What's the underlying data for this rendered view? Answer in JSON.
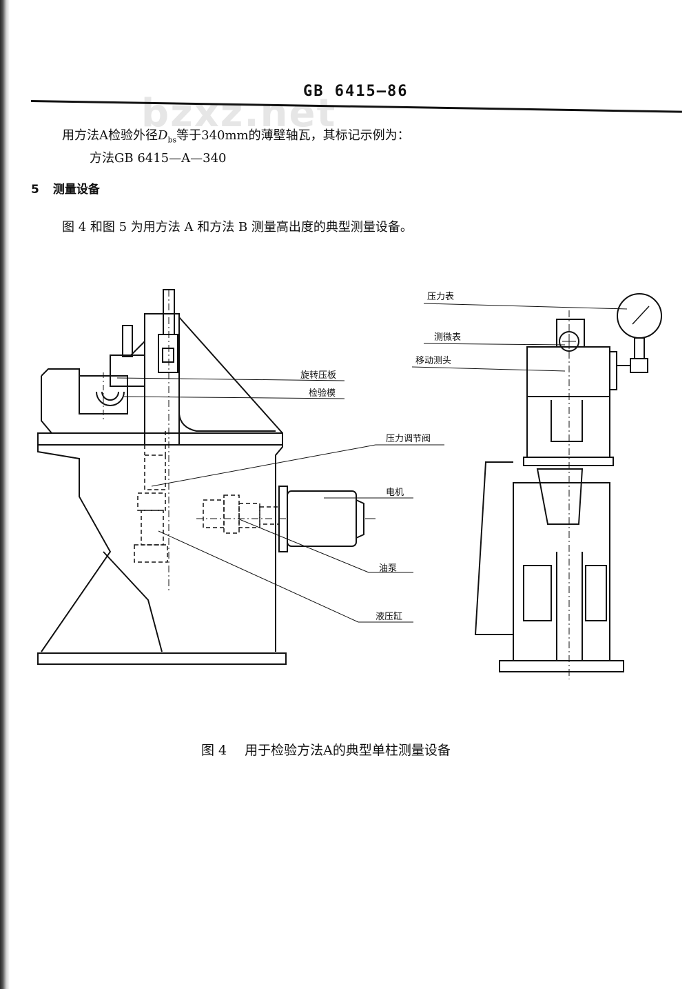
{
  "header": {
    "code": "GB 6415—86",
    "watermark": "bzxz.net"
  },
  "body": {
    "line1_pre": "用方法A检验外径",
    "line1_var": "D",
    "line1_sub": "bs",
    "line1_post": "等于340mm的薄壁轴瓦，其标记示例为：",
    "line2": "方法GB  6415—A—340",
    "section_number": "5",
    "section_title": "测量设备",
    "line3": "图 4 和图 5 为用方法 A 和方法 B 测量高出度的典型测量设备。"
  },
  "figure": {
    "labels": {
      "rotating_plate": "旋转压板",
      "test_mold": "检验模",
      "pressure_valve": "压力调节阀",
      "motor": "电机",
      "oil_pump": "油泵",
      "cylinder": "液压缸",
      "pressure_gauge": "压力表",
      "micrometer": "测微表",
      "moving_probe": "移动测头"
    }
  },
  "caption": {
    "figure_no": "图 4",
    "text": "用于检验方法A的典型单柱测量设备"
  }
}
